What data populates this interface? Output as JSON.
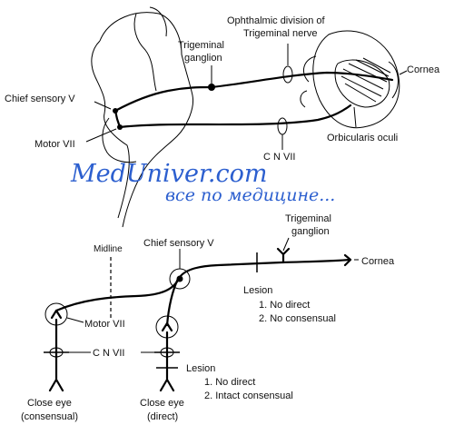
{
  "top_diagram": {
    "labels": {
      "ophthalmic_line1": "Ophthalmic division of",
      "ophthalmic_line2": "Trigeminal nerve",
      "trigeminal_ganglion_line1": "Trigeminal",
      "trigeminal_ganglion_line2": "ganglion",
      "cornea": "Cornea",
      "chief_sensory": "Chief sensory V",
      "motor": "Motor VII",
      "orbicularis": "Orbicularis oculi",
      "cn7": "C N VII"
    }
  },
  "watermark": {
    "line1": "MedUniver.com",
    "line2": "все по медицине..."
  },
  "bottom_diagram": {
    "labels": {
      "trigeminal_ganglion_line1": "Trigeminal",
      "trigeminal_ganglion_line2": "ganglion",
      "chief_sensory": "Chief sensory V",
      "midline": "Midline",
      "cornea": "Cornea",
      "lesion_top": "Lesion",
      "lesion_top_1": "1. No direct",
      "lesion_top_2": "2. No consensual",
      "motor": "Motor VII",
      "cn7": "C N VII",
      "lesion_bottom": "Lesion",
      "lesion_bottom_1": "1. No direct",
      "lesion_bottom_2": "2. Intact consensual",
      "close_eye_left_line1": "Close eye",
      "close_eye_left_line2": "(consensual)",
      "close_eye_right_line1": "Close eye",
      "close_eye_right_line2": "(direct)"
    }
  }
}
